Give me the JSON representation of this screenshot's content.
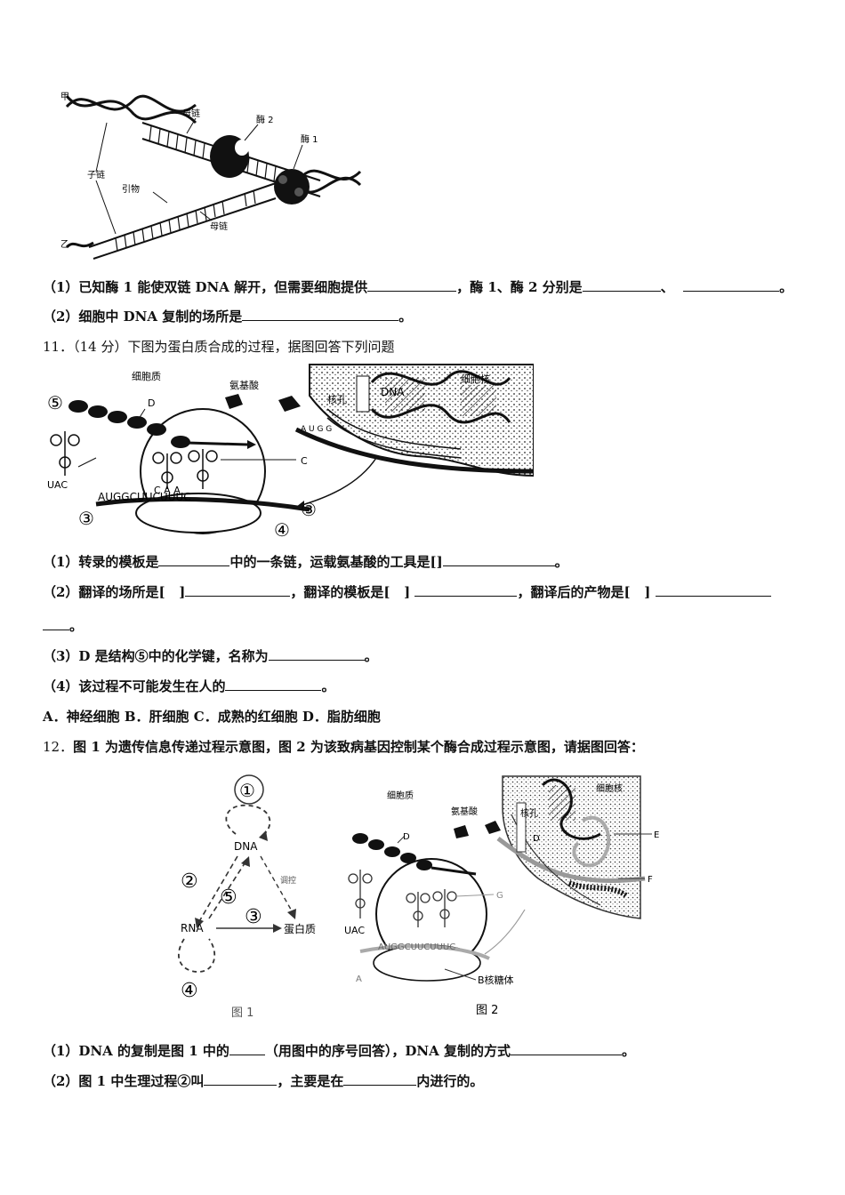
{
  "fig1": {
    "label_jia": "甲",
    "label_yi": "乙",
    "mother_strand_top": "母链",
    "mother_strand_bottom": "母链",
    "enzyme2": "酶 2",
    "enzyme1": "酶 1",
    "daughter_strand": "子链",
    "primer": "引物"
  },
  "q10": {
    "sub1_a": "（1）已知酶 1 能使双链 DNA 解开，但需要细胞提供",
    "sub1_b": "，酶 1、酶 2 分别是",
    "sub1_c": "、",
    "sub1_d": "。",
    "sub2_a": "（2）细胞中 DNA 复制的场所是",
    "sub2_b": "。"
  },
  "q11": {
    "number": "11．",
    "points": "（14 分）",
    "stem": "下图为蛋白质合成的过程，据图回答下列问题",
    "fig": {
      "cytoplasm": "细胞质",
      "amino_acid": "氨基酸",
      "nucleus": "细胞核",
      "pore": "核孔",
      "dna": "DNA",
      "d": "D",
      "c": "C",
      "anticodon": "UAC",
      "trna_bases": "C  A  A",
      "mrna_seq": "AUGGCUUCUUUC",
      "n5": "⑤",
      "n3a": "③",
      "n3b": "③",
      "n4": "④",
      "mrna_top": "A U G G"
    },
    "sub1_a": "（1）转录的模板是",
    "sub1_b": "中的一条链，运载氨基酸的工具是[",
    "sub1_c": "]",
    "sub1_d": "。",
    "sub2_a": "（2）翻译的场所是[",
    "sub2_b": "]",
    "sub2_c": "，翻译的模板是[",
    "sub2_d": "]",
    "sub2_e": "，翻译后的产物是[",
    "sub2_f": "]",
    "sub2_end": "。",
    "sub3_a": "（3）D 是结构⑤中的化学键，名称为",
    "sub3_b": "。",
    "sub4_a": "（4）该过程不可能发生在人的",
    "sub4_b": "。",
    "options": "A．神经细胞   B．肝细胞   C．成熟的红细胞   D．脂肪细胞"
  },
  "q12": {
    "number": "12．",
    "stem": "图 1 为遗传信息传递过程示意图，图 2 为该致病基因控制某个酶合成过程示意图，请据图回答：",
    "fig1": {
      "c1": "①",
      "dna": "DNA",
      "c2": "②",
      "c5": "⑤",
      "c3": "③",
      "rna": "RNA",
      "protein": "蛋白质",
      "c4": "④",
      "side": "调控",
      "caption": "图 1"
    },
    "fig2": {
      "cytoplasm": "细胞质",
      "amino_acid": "氨基酸",
      "nucleus": "细胞核",
      "pore": "核孔",
      "d_top": "D",
      "d_nuc": "D",
      "e": "E",
      "f": "F",
      "g": "G",
      "anticodon": "UAC",
      "mrna": "AUGGCUUCUUUC",
      "a": "A",
      "ribosome": "B核糖体",
      "caption": "图 2"
    },
    "sub1_a": "（1）DNA 的复制是图 1 中的",
    "sub1_b": "（用图中的序号回答），DNA 复制的方式",
    "sub1_c": "。",
    "sub2_a": "（2）图 1 中生理过程②叫",
    "sub2_b": "，主要是在",
    "sub2_c": "内进行的。"
  }
}
